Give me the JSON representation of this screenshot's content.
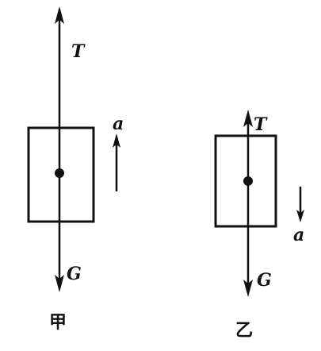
{
  "colors": {
    "ink": "#111111",
    "background": "#ffffff"
  },
  "diagrams": [
    {
      "caption": "甲",
      "tension_label": "T",
      "gravity_label": "G",
      "acceleration_label": "a",
      "acceleration_direction": "up"
    },
    {
      "caption": "乙",
      "tension_label": "T",
      "gravity_label": "G",
      "acceleration_label": "a",
      "acceleration_direction": "down"
    }
  ]
}
